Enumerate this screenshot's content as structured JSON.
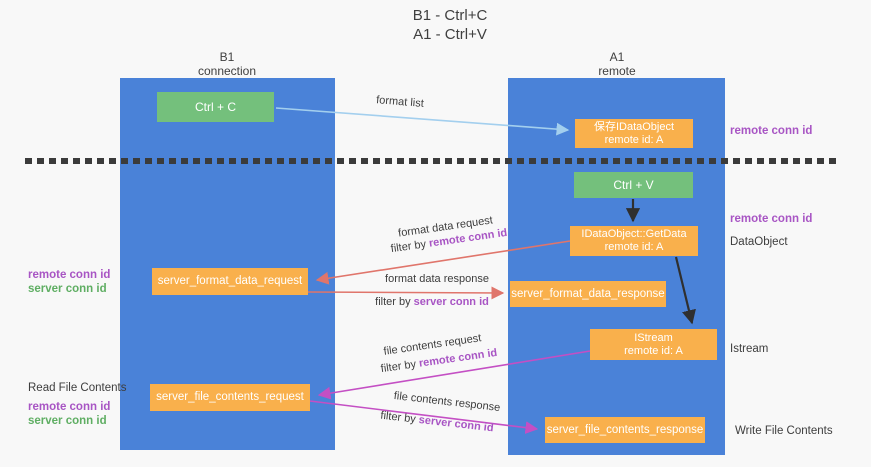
{
  "title": {
    "line1": "B1 - Ctrl+C",
    "line2": "A1 - Ctrl+V"
  },
  "lanes": {
    "left": {
      "name": "B1",
      "sub": "connection"
    },
    "right": {
      "name": "A1",
      "sub": "remote"
    }
  },
  "nodes": {
    "ctrl_c": {
      "label": "Ctrl + C"
    },
    "ctrl_v": {
      "label": "Ctrl + V"
    },
    "save_idataobject": {
      "line1": "保存IDataObject",
      "line2": "remote id: A"
    },
    "getdata": {
      "line1": "IDataObject::GetData",
      "line2": "remote id: A"
    },
    "istream": {
      "line1": "IStream",
      "line2": "remote id: A"
    },
    "format_request": {
      "label": "server_format_data_request"
    },
    "format_response": {
      "label": "server_format_data_response"
    },
    "file_request": {
      "label": "server_file_contents_request"
    },
    "file_response": {
      "label": "server_file_contents_response"
    }
  },
  "flows": {
    "format_list": {
      "label": "format list"
    },
    "format_request": {
      "label": "format data request",
      "filter_prefix": "filter by ",
      "filter_id": "remote conn id"
    },
    "format_response": {
      "label": "format data response",
      "filter_prefix": "filter by ",
      "filter_id": "server conn id"
    },
    "file_request": {
      "label": "file contents request",
      "filter_prefix": "filter by ",
      "filter_id": "remote conn id"
    },
    "file_response": {
      "label": "file contents response",
      "filter_prefix": "filter by ",
      "filter_id": "server conn id"
    }
  },
  "annotations": {
    "right_top_remote": "remote conn id",
    "right_mid_remote": "remote conn id",
    "right_dataobject": "DataObject",
    "right_istream": "Istream",
    "right_write_file": "Write File Contents",
    "left_format_remote": "remote conn id",
    "left_format_server": "server conn id",
    "left_read_file": "Read File Contents",
    "left_file_remote": "remote conn id",
    "left_file_server": "server conn id"
  },
  "colors": {
    "lane_blue": "#4a82d8",
    "box_orange": "#f9b04c",
    "box_green": "#74c07c",
    "arrow_salmon": "#e0756b",
    "arrow_magenta": "#c44fc4",
    "arrow_lightblue": "#a3cfee",
    "arrow_black": "#2f2f2f",
    "conn_id_purple": "#a855c4",
    "conn_id_green": "#5fae63",
    "divider_dark": "#3b3b3b"
  }
}
